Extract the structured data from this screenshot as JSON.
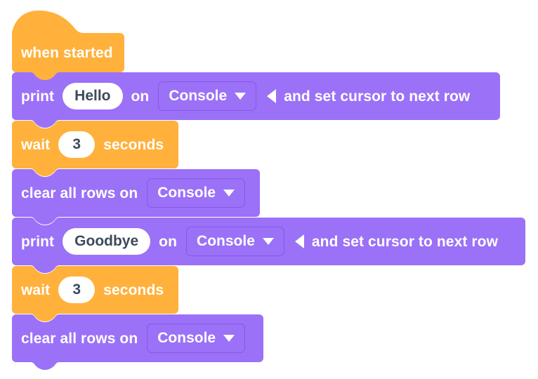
{
  "editor": {
    "name": "block-code-workspace",
    "background": "#ffffff"
  },
  "colors": {
    "event_block": "#ffb13c",
    "event_block_shadow": "#f0a32f",
    "console_block": "#9b71f7",
    "console_block_shadow": "#8a5ced",
    "dropdown_fill": "#9b71f7",
    "dropdown_border": "#8658e8",
    "field_fill": "#ffffff",
    "field_text": "#3d4a5c",
    "label_text": "#ffffff"
  },
  "script": {
    "blocks": [
      {
        "id": "when-started",
        "kind": "hat",
        "category": "event",
        "color": "#ffb13c",
        "parts": [
          {
            "type": "label",
            "text": "when started"
          }
        ]
      },
      {
        "id": "print-hello",
        "kind": "statement",
        "category": "console",
        "color": "#9b71f7",
        "parts": [
          {
            "type": "label",
            "text": "print"
          },
          {
            "type": "text-input",
            "value": "Hello"
          },
          {
            "type": "label",
            "text": "on"
          },
          {
            "type": "dropdown",
            "value": "Console"
          },
          {
            "type": "icon",
            "name": "triangle-left-icon"
          },
          {
            "type": "label",
            "text": "and set cursor to next row"
          }
        ]
      },
      {
        "id": "wait-3-a",
        "kind": "statement",
        "category": "event",
        "color": "#ffb13c",
        "parts": [
          {
            "type": "label",
            "text": "wait"
          },
          {
            "type": "number-input",
            "value": "3"
          },
          {
            "type": "label",
            "text": "seconds"
          }
        ]
      },
      {
        "id": "clear-all-rows-a",
        "kind": "statement",
        "category": "console",
        "color": "#9b71f7",
        "parts": [
          {
            "type": "label",
            "text": "clear all rows on"
          },
          {
            "type": "dropdown",
            "value": "Console"
          }
        ]
      },
      {
        "id": "print-goodbye",
        "kind": "statement",
        "category": "console",
        "color": "#9b71f7",
        "parts": [
          {
            "type": "label",
            "text": "print"
          },
          {
            "type": "text-input",
            "value": "Goodbye"
          },
          {
            "type": "label",
            "text": "on"
          },
          {
            "type": "dropdown",
            "value": "Console"
          },
          {
            "type": "icon",
            "name": "triangle-left-icon"
          },
          {
            "type": "label",
            "text": "and set cursor to next row"
          }
        ]
      },
      {
        "id": "wait-3-b",
        "kind": "statement",
        "category": "event",
        "color": "#ffb13c",
        "parts": [
          {
            "type": "label",
            "text": "wait"
          },
          {
            "type": "number-input",
            "value": "3"
          },
          {
            "type": "label",
            "text": "seconds"
          }
        ]
      },
      {
        "id": "clear-all-rows-b",
        "kind": "statement",
        "category": "console",
        "color": "#9b71f7",
        "parts": [
          {
            "type": "label",
            "text": "clear all rows on"
          },
          {
            "type": "dropdown",
            "value": "Console"
          }
        ]
      }
    ]
  },
  "strings": {
    "when_started": "when started",
    "print": "print",
    "on": "on",
    "wait": "wait",
    "seconds": "seconds",
    "clear_all_rows_on": "clear all rows on",
    "and_set_cursor": "and set cursor to next row",
    "hello": "Hello",
    "goodbye": "Goodbye",
    "three": "3",
    "console": "Console"
  }
}
